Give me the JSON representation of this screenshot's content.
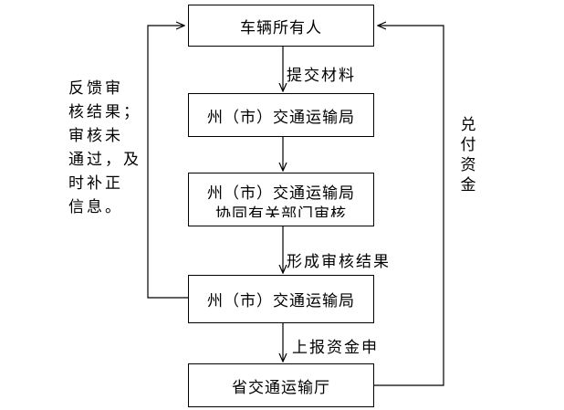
{
  "boxes": {
    "owner": "车辆所有人",
    "bureau1": "州（市）交通运输局",
    "bureau2_line1": "州（市）交通运输局",
    "bureau2_line2": "协同有关部门审核",
    "bureau3": "州（市）交通运输局",
    "province": "省交通运输厅"
  },
  "arrows": {
    "submit": "提交材料",
    "result": "形成审核结果",
    "report": "上报资金申"
  },
  "feedback_lines": [
    "反馈审",
    "核结果；",
    "审核未",
    "通过，及",
    "时补正",
    "信息。"
  ],
  "payment": "兑付资金"
}
